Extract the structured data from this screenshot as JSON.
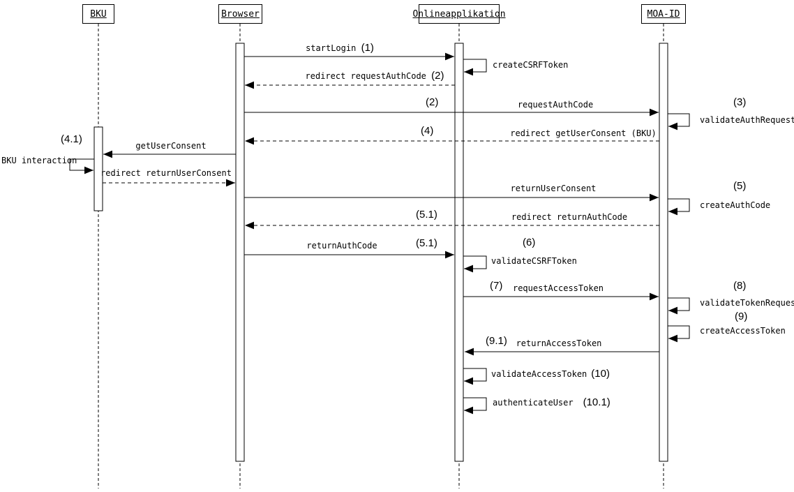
{
  "diagram": {
    "type": "uml-sequence",
    "actors": [
      {
        "name": "BKU"
      },
      {
        "name": "Browser"
      },
      {
        "name": "Onlineapplikation"
      },
      {
        "name": "MOA-ID"
      }
    ],
    "messages": [
      {
        "text": "startLogin",
        "num": "(1)",
        "style": "solid",
        "from": "Browser",
        "to": "Onlineapplikation"
      },
      {
        "text": "createCSRFToken",
        "style": "self",
        "actor": "Onlineapplikation"
      },
      {
        "text": "redirect requestAuthCode",
        "num": "(2)",
        "style": "dashed",
        "from": "Onlineapplikation",
        "to": "Browser"
      },
      {
        "num_left": "(2)",
        "text": "requestAuthCode",
        "num_right": "(3)",
        "style": "solid",
        "from": "Browser",
        "to": "MOA-ID"
      },
      {
        "text": "validateAuthRequest",
        "style": "self",
        "actor": "MOA-ID"
      },
      {
        "num_left": "(4)",
        "text": "redirect getUserConsent (BKU)",
        "style": "dashed",
        "from": "MOA-ID",
        "to": "Browser"
      },
      {
        "num_left": "(4.1)",
        "text": "getUserConsent",
        "style": "solid",
        "from": "Browser",
        "to": "BKU"
      },
      {
        "text": "BKU interaction",
        "style": "self",
        "actor": "BKU"
      },
      {
        "text": "redirect returnUserConsent",
        "style": "dashed",
        "from": "BKU",
        "to": "Browser"
      },
      {
        "text": "returnUserConsent",
        "num_right": "(5)",
        "style": "solid",
        "from": "Browser",
        "to": "MOA-ID"
      },
      {
        "text": "createAuthCode",
        "style": "self",
        "actor": "MOA-ID"
      },
      {
        "num_left": "(5.1)",
        "text": "redirect returnAuthCode",
        "style": "dashed",
        "from": "MOA-ID",
        "to": "Browser"
      },
      {
        "num_left": "(5.1)",
        "text": "returnAuthCode",
        "style": "solid",
        "from": "Browser",
        "to": "Onlineapplikation"
      },
      {
        "text": "validateCSRFToken",
        "num": "(6)",
        "style": "self",
        "actor": "Onlineapplikation"
      },
      {
        "num_left": "(7)",
        "text": "requestAccessToken",
        "num_right": "(8)",
        "style": "solid",
        "from": "Onlineapplikation",
        "to": "MOA-ID"
      },
      {
        "text": "validateTokenRequest",
        "style": "self",
        "actor": "MOA-ID"
      },
      {
        "num": "(9)",
        "text": "createAccessToken",
        "style": "self",
        "actor": "MOA-ID"
      },
      {
        "num_left": "(9.1)",
        "text": "returnAccessToken",
        "style": "solid",
        "from": "MOA-ID",
        "to": "Onlineapplikation"
      },
      {
        "text": "validateAccessToken",
        "num": "(10)",
        "style": "self",
        "actor": "Onlineapplikation"
      },
      {
        "text": "authenticateUser",
        "num": "(10.1)",
        "style": "self",
        "actor": "Onlineapplikation"
      }
    ]
  }
}
